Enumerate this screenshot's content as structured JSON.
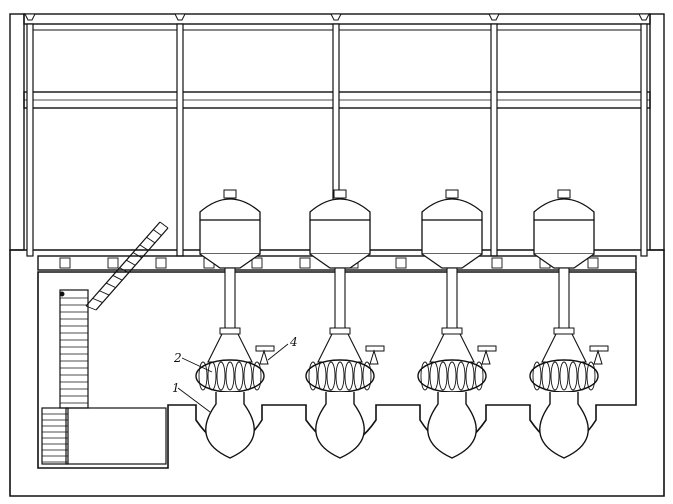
{
  "figure": {
    "callouts": [
      {
        "id": "callout-1",
        "text": "1"
      },
      {
        "id": "callout-2",
        "text": "2"
      },
      {
        "id": "callout-4",
        "text": "4"
      }
    ],
    "units": {
      "count": 4
    },
    "colors": {
      "ink": "#111111",
      "paper": "#ffffff"
    }
  }
}
